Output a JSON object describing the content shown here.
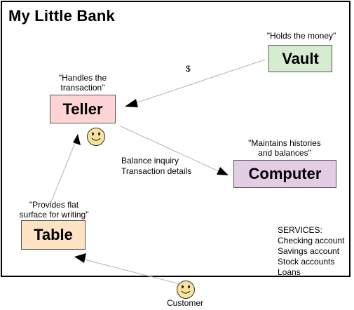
{
  "diagram": {
    "title": "My Little Bank",
    "nodes": {
      "vault": {
        "label": "Vault",
        "note": "\"Holds the money\""
      },
      "teller": {
        "label": "Teller",
        "note_line1": "\"Handles the",
        "note_line2": "transaction\""
      },
      "computer": {
        "label": "Computer",
        "note_line1": "\"Maintains histories",
        "note_line2": "and balances\""
      },
      "table": {
        "label": "Table",
        "note_line1": "\"Provides flat",
        "note_line2": "surface for writing\""
      }
    },
    "edge_labels": {
      "vault_to_teller": "$",
      "teller_to_computer_line1": "Balance inquiry",
      "teller_to_computer_line2": "Transaction details"
    },
    "services": {
      "heading": "SERVICES:",
      "items": [
        "Checking account",
        "Savings account",
        "Stock accounts",
        "Loans"
      ]
    },
    "customer_label": "Customer",
    "colors": {
      "vault": "#d6ecd1",
      "teller": "#ffd4d4",
      "computer": "#e4cde4",
      "table": "#fde2c4",
      "smiley": "#f7e39a"
    }
  }
}
